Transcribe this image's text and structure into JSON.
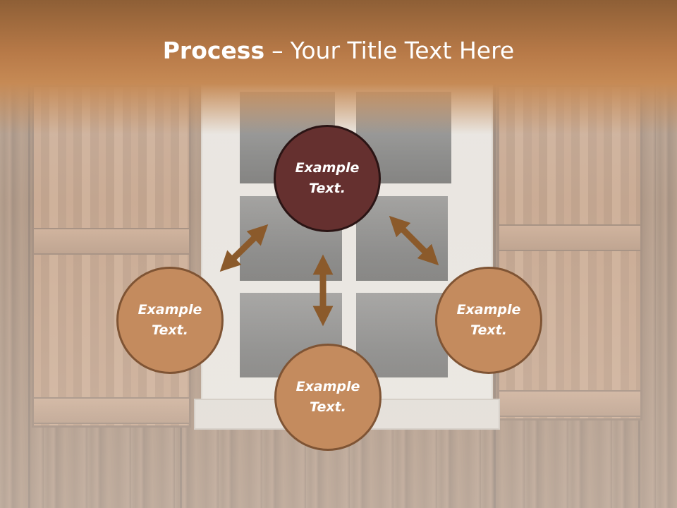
{
  "title": {
    "bold": "Process",
    "separator": "–",
    "rest": "Your Title Text Here"
  },
  "nodes": {
    "top": {
      "line1": "Example",
      "line2": "Text."
    },
    "left": {
      "line1": "Example",
      "line2": "Text."
    },
    "right": {
      "line1": "Example",
      "line2": "Text."
    },
    "bottom": {
      "line1": "Example",
      "line2": "Text."
    }
  },
  "colors": {
    "title_band": "#b87a48",
    "node_fill": "#c48b5e",
    "node_border": "#7f5434",
    "node_dark_fill": "#65302f",
    "arrow": "#8b5a2b"
  }
}
